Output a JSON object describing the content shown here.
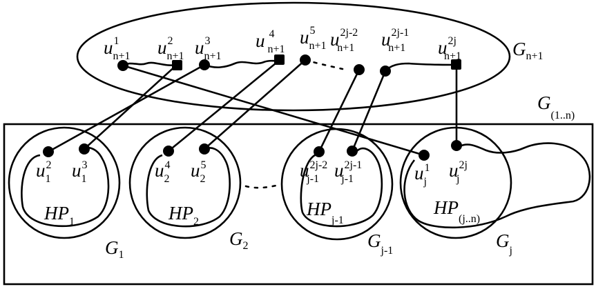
{
  "graph_labels": {
    "g_n1": {
      "base": "G",
      "sub": "n+1"
    },
    "g_1n": {
      "base": "G",
      "sub": "(1..n)"
    },
    "g1": {
      "base": "G",
      "sub": "1"
    },
    "g2": {
      "base": "G",
      "sub": "2"
    },
    "gj1": {
      "base": "G",
      "sub": "j-1"
    },
    "gj": {
      "base": "G",
      "sub": "j"
    }
  },
  "hp_labels": {
    "hp1": {
      "base": "HP",
      "sub": "1"
    },
    "hp2": {
      "base": "HP",
      "sub": "2"
    },
    "hpj1": {
      "base": "HP",
      "sub": "j-1"
    },
    "hpjn": {
      "base": "HP",
      "sub": "(j..n)"
    }
  },
  "top_vertices": [
    {
      "base": "u",
      "sup": "1",
      "sub": "n+1"
    },
    {
      "base": "u",
      "sup": "2",
      "sub": "n+1"
    },
    {
      "base": "u",
      "sup": "3",
      "sub": "n+1"
    },
    {
      "base": "u",
      "sup": "4",
      "sub": "n+1"
    },
    {
      "base": "u",
      "sup": "5",
      "sub": "n+1"
    },
    {
      "base": "u",
      "sup": "2j-2",
      "sub": "n+1"
    },
    {
      "base": "u",
      "sup": "2j-1",
      "sub": "n+1"
    },
    {
      "base": "u",
      "sup": "2j",
      "sub": "n+1"
    }
  ],
  "bottom_vertices": [
    {
      "base": "u",
      "sup": "2",
      "sub": "1"
    },
    {
      "base": "u",
      "sup": "3",
      "sub": "1"
    },
    {
      "base": "u",
      "sup": "4",
      "sub": "2"
    },
    {
      "base": "u",
      "sup": "5",
      "sub": "2"
    },
    {
      "base": "u",
      "sup": "2j-2",
      "sub": "j-1"
    },
    {
      "base": "u",
      "sup": "2j-1",
      "sub": "j-1"
    },
    {
      "base": "u",
      "sup": "1",
      "sub": "j"
    },
    {
      "base": "u",
      "sup": "2j",
      "sub": "j"
    }
  ]
}
